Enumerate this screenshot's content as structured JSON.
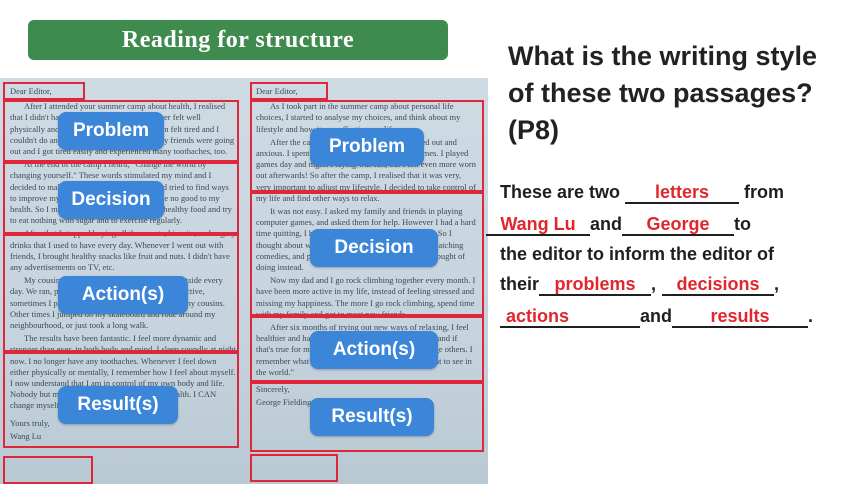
{
  "slide_title": "Reading for structure",
  "question": "What is the writing style of these two passages?(P8)",
  "left_passage": {
    "salutation": "Dear Editor,",
    "paragraphs": [
      "After I attended your summer camp about health, I realised that I didn't have good habits. I had hardly ever felt well physically and was not happy mentally. I often felt tired and I couldn't do anything with passion. Most of my friends were going out and I got tired easily and experienced many toothaches, too.",
      "At the end of the camp I heard, \"Change the world by changing yourself.\" These words stimulated my mind and I decided to make a change. I examined me and tried to find ways to improve my life. I think my meals had done no good to my health. So I made up my mind to start eating healthy food and try to eat nothing with sugar and to exercise regularly.",
      "After that I stopped buying all the sweets, biscuits, and sugary drinks that I used to have every day. Whenever I went out with friends, I brought healthy snacks like fruit and nuts. I didn't have any advertisements on TV, etc.",
      "My cousins and I started to spend more time outside every day. We ran, played badminton and did something active, sometimes I played table tennis or badminton with my cousins. Other times I jumped on my skateboard and rode around my neighbourhood, or just took a long walk.",
      "The results have been fantastic. I feel more dynamic and stronger than ever, in both body and mind. I sleep soundly at night now. I no longer have any toothaches. Whenever I feel down either physically or mentally, I remember how I feel about myself. I now understand that I am in control of my own body and life. Nobody but myself is responsible for my own health. I CAN change myself. I just need to try."
    ],
    "closing": "Yours truly,",
    "signature": "Wang Lu"
  },
  "right_passage": {
    "salutation": "Dear Editor,",
    "paragraphs": [
      "As I took part in the summer camp about personal life choices, I started to analyse my choices, and think about my lifestyle and how it was affecting my life.",
      "After the camp I realised I was always stressed out and anxious. I spent most of my time on computer games. I played games day and night. Playing was fun, but I felt even more worn out afterwards! So after the camp, I realised that it was very, very important to adjust my lifestyle. I decided to take control of my life and find other ways to relax.",
      "It was not easy. I asked my family and friends in playing computer games, and asked them for help. However I had a hard time quitting, I had to replace it with something else. So I thought about what to try. Rock climbing, bowling, watching comedies, and playing basketball were the things I thought of doing instead.",
      "Now my dad and I go rock climbing together every month. I have been more active in my life, instead of feeling stressed and missing my happiness. The more I go rock climbing, spend time with my family and got to meet new friends.",
      "After six months of trying out new ways of relaxing, I feel healthier and happier. I feel that I can change my life and if that's true for me, I believe it is also possible to change others. I remember what Gandhi said, \"Be the change you want to see in the world.\""
    ],
    "closing": "Sincerely,",
    "signature": "George Fielding"
  },
  "left_labels": [
    "Problem",
    "Decision",
    "Action(s)",
    "Result(s)"
  ],
  "right_labels": [
    "Problem",
    "Decision",
    "Action(s)",
    "Result(s)"
  ],
  "answer": {
    "line1_start": "These are two ",
    "blank1": "letters",
    "line1_end": " from",
    "blank2": "Wang Lu",
    "line2_mid": "and",
    "blank3": "George",
    "line2_end": "to",
    "line3": "the editor to inform the editor of",
    "line4_start": "their",
    "blank4": "problems",
    "comma": ",",
    "blank5": "decisions",
    "line4_end": ",",
    "blank6": "actions",
    "line5_mid": "and",
    "blank7": "results",
    "period": "."
  },
  "colors": {
    "title_bar": "#3f8a4f",
    "label_bg": "#3b86d8",
    "highlight_border": "#e0263a",
    "answer_fill": "#e2262b"
  }
}
